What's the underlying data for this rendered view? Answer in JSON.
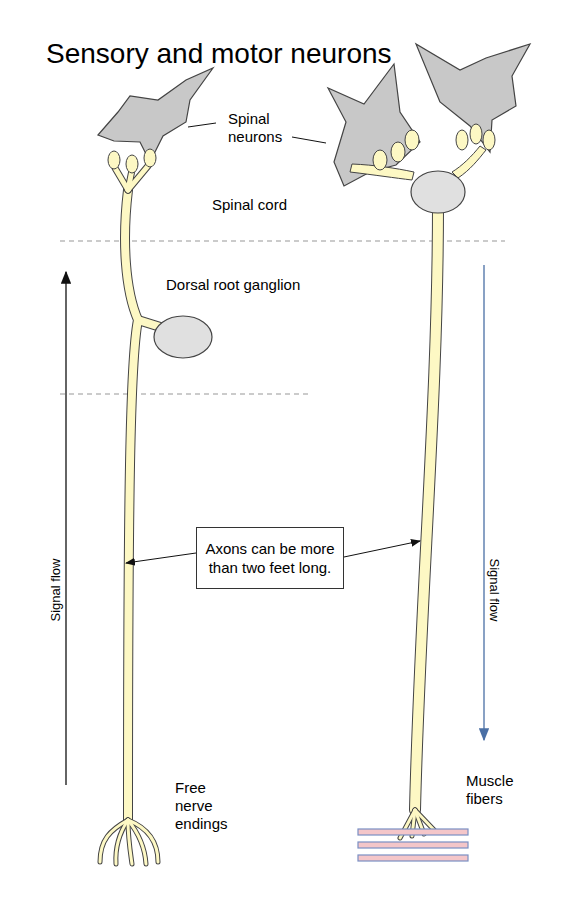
{
  "diagram": {
    "title": "Sensory and motor neurons",
    "nodes": [
      {
        "text": [
          "Axons can be more than two feet long."
        ]
      }
    ],
    "labels": [
      "Spinal neurons",
      "Spinal cord",
      "Dorsal root ganglion",
      "Signal flow",
      "Signal flow",
      "Free nerve endings",
      "Muscle fibers"
    ]
  }
}
